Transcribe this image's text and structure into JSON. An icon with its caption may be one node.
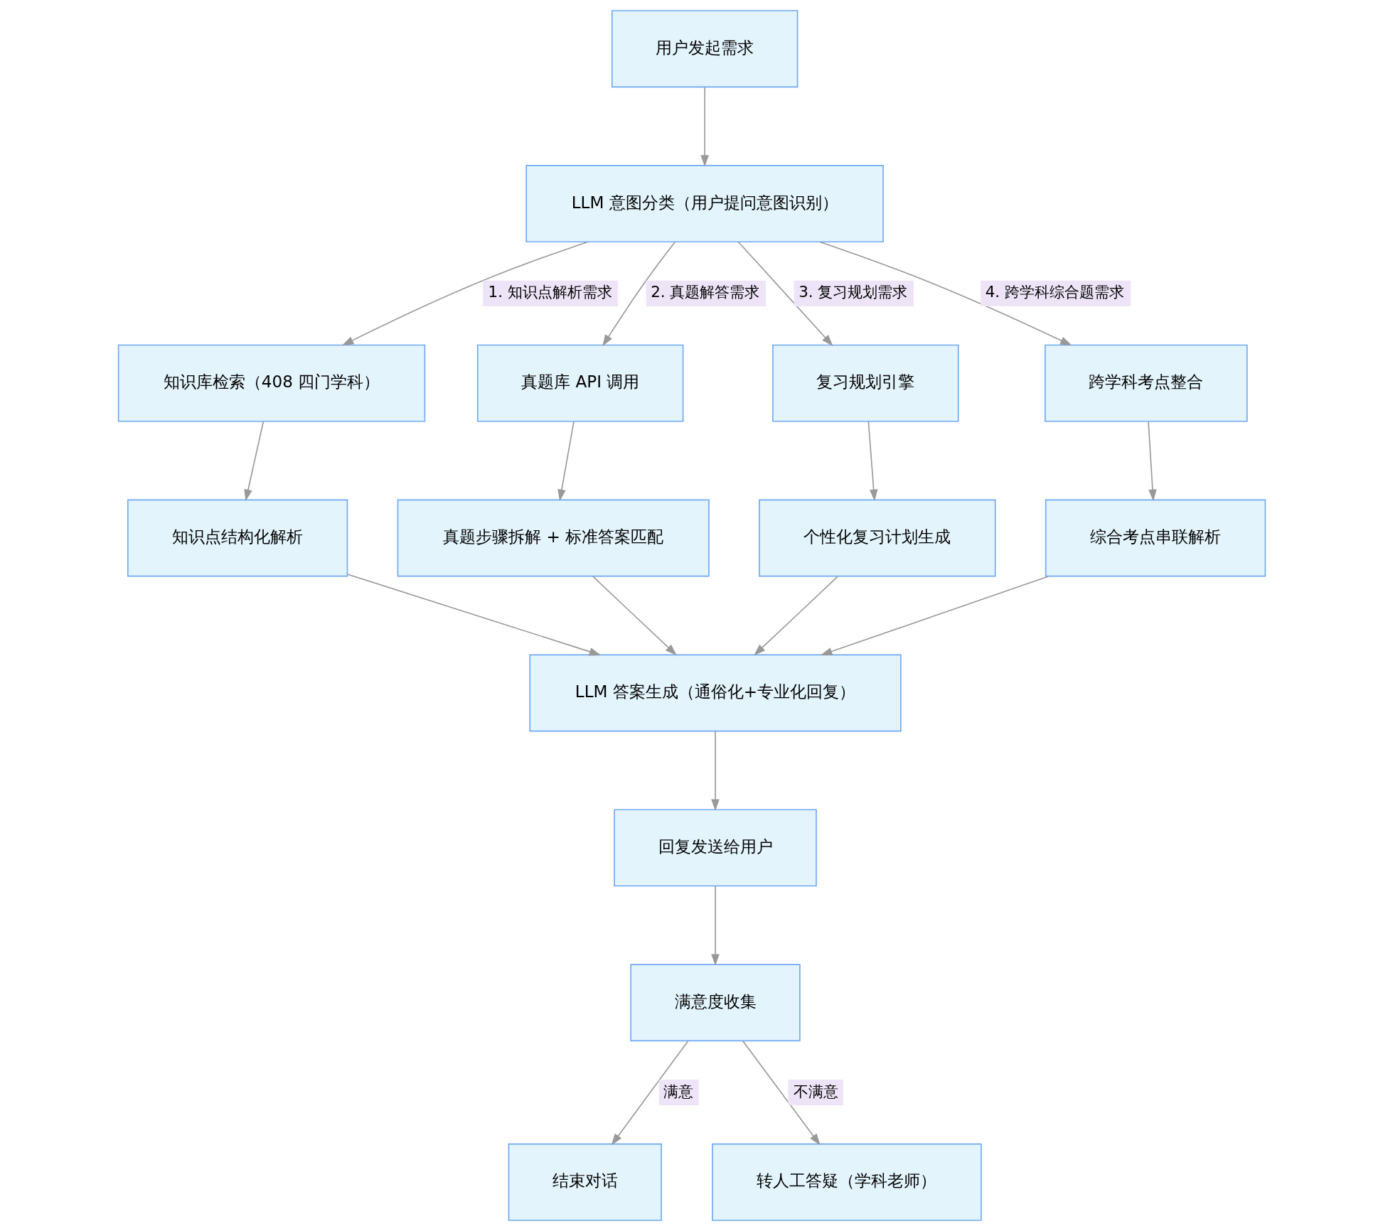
{
  "diagram": {
    "nodes": [
      {
        "text": [
          "用户发起需求"
        ]
      },
      {
        "text": [
          "LLM 意图分类（用户提问意图识别）"
        ]
      },
      {
        "text": [
          "知识库检索（408 四门学科）"
        ]
      },
      {
        "text": [
          "真题库 API 调用"
        ]
      },
      {
        "text": [
          "复习规划引擎"
        ]
      },
      {
        "text": [
          "跨学科考点整合"
        ]
      },
      {
        "text": [
          "知识点结构化解析"
        ]
      },
      {
        "text": [
          "真题步骤拆解 + 标准答案匹配"
        ]
      },
      {
        "text": [
          "个性化复习计划生成"
        ]
      },
      {
        "text": [
          "综合考点串联解析"
        ]
      },
      {
        "text": [
          "LLM 答案生成（通俗化+专业化回复）"
        ]
      },
      {
        "text": [
          "回复发送给用户"
        ]
      },
      {
        "text": [
          "满意度收集"
        ]
      },
      {
        "text": [
          "结束对话"
        ]
      },
      {
        "text": [
          "转人工答疑（学科老师）"
        ]
      }
    ],
    "edges": [
      {
        "from": 0,
        "to": 1,
        "arrow": "to"
      },
      {
        "from": 1,
        "to": 2,
        "arrow": "to",
        "label": "1. 知识点解析需求"
      },
      {
        "from": 1,
        "to": 3,
        "arrow": "to",
        "label": "2. 真题解答需求"
      },
      {
        "from": 1,
        "to": 4,
        "arrow": "to",
        "label": "3. 复习规划需求"
      },
      {
        "from": 1,
        "to": 5,
        "arrow": "to",
        "label": "4. 跨学科综合题需求"
      },
      {
        "from": 2,
        "to": 6,
        "arrow": "to"
      },
      {
        "from": 3,
        "to": 7,
        "arrow": "to"
      },
      {
        "from": 4,
        "to": 8,
        "arrow": "to"
      },
      {
        "from": 5,
        "to": 9,
        "arrow": "to"
      },
      {
        "from": 6,
        "to": 10,
        "arrow": "to"
      },
      {
        "from": 7,
        "to": 10,
        "arrow": "to"
      },
      {
        "from": 8,
        "to": 10,
        "arrow": "to"
      },
      {
        "from": 9,
        "to": 10,
        "arrow": "to"
      },
      {
        "from": 10,
        "to": 11,
        "arrow": "to"
      },
      {
        "from": 11,
        "to": 12,
        "arrow": "to"
      },
      {
        "from": 12,
        "to": 13,
        "arrow": "to",
        "label": "满意"
      },
      {
        "from": 12,
        "to": 14,
        "arrow": "to",
        "label": "不满意"
      }
    ]
  }
}
